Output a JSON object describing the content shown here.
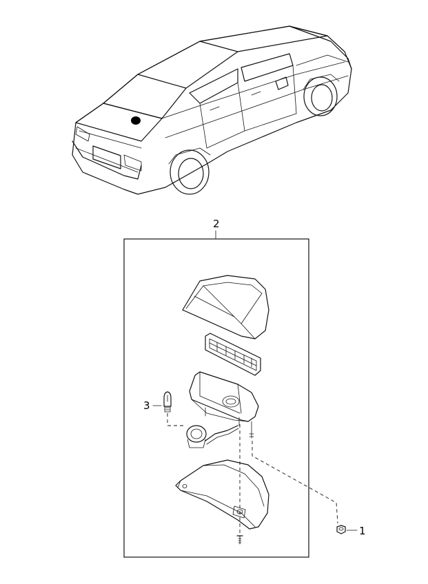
{
  "callouts": [
    {
      "id": "part-1",
      "label": "1"
    },
    {
      "id": "part-2",
      "label": "2"
    },
    {
      "id": "part-3",
      "label": "3"
    }
  ],
  "colors": {
    "line": "#111111",
    "background": "#ffffff",
    "highlight_marker": "#000000"
  }
}
